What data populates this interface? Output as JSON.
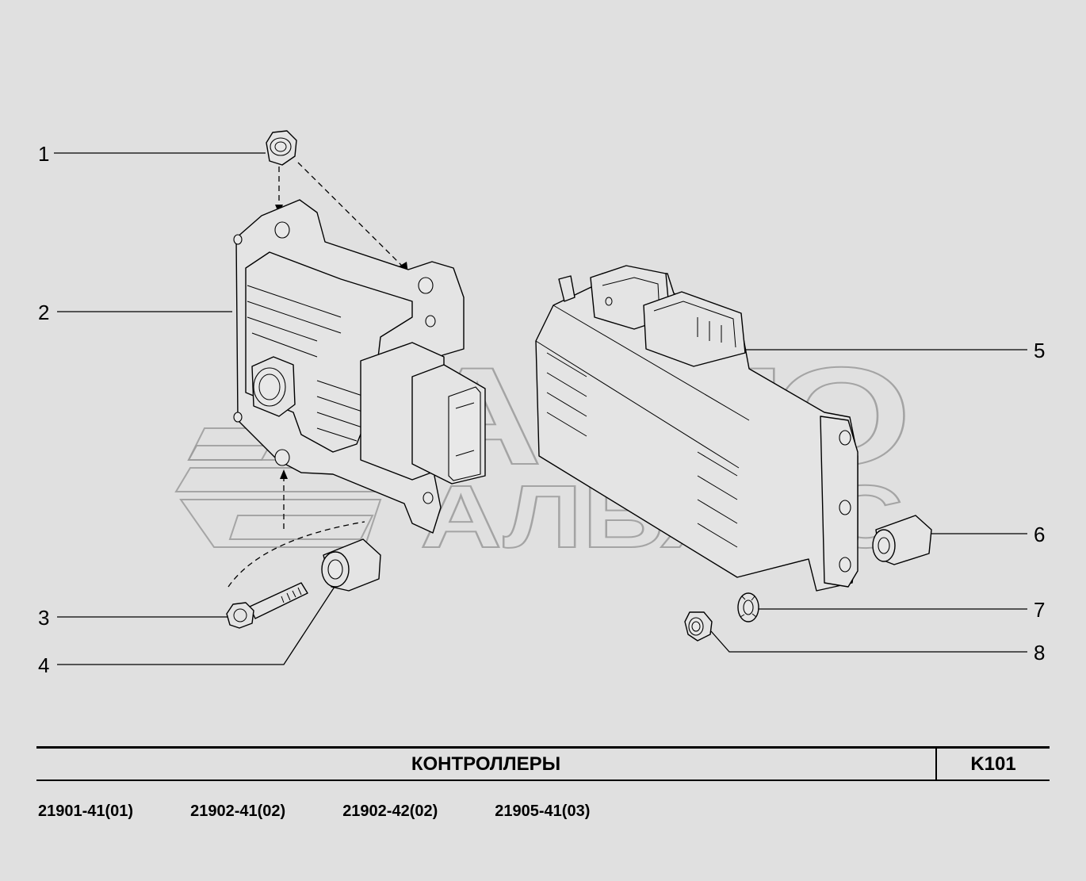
{
  "callouts": [
    "1",
    "2",
    "3",
    "4",
    "5",
    "6",
    "7",
    "8"
  ],
  "watermark": {
    "line1": "АВТО",
    "line2": "АЛЬЯНС",
    "color": "#9a9a9a"
  },
  "title": "КОНТРОЛЛЕРЫ",
  "code": "K101",
  "applicability": [
    "21901-41(01)",
    "21902-41(02)",
    "21902-42(02)",
    "21905-41(03)"
  ],
  "colors": {
    "background": "#e0e0e0",
    "line": "#000000"
  }
}
